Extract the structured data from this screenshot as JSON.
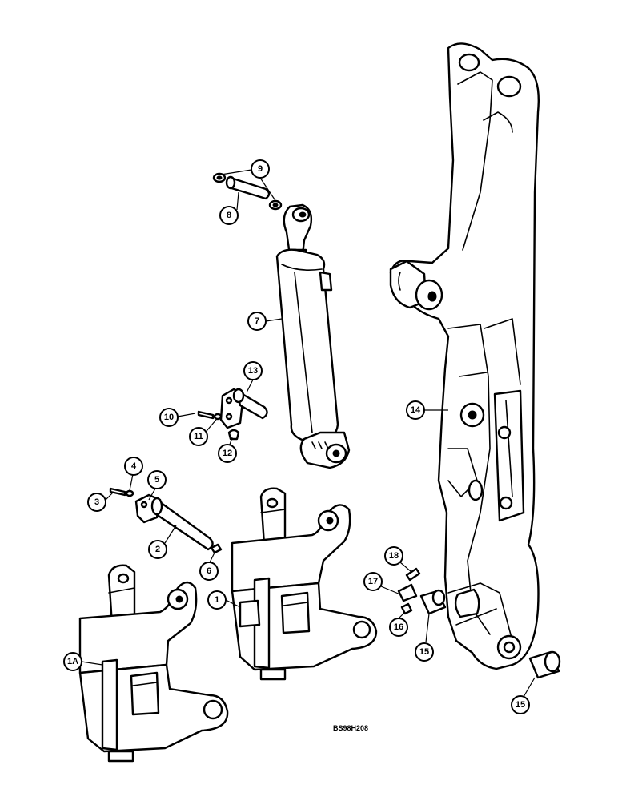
{
  "reference_code": "BS98H208",
  "callouts": [
    "9",
    "8",
    "7",
    "13",
    "10",
    "11",
    "12",
    "14",
    "4",
    "5",
    "3",
    "2",
    "6",
    "1",
    "1A",
    "18",
    "17",
    "16",
    "15",
    "15"
  ]
}
